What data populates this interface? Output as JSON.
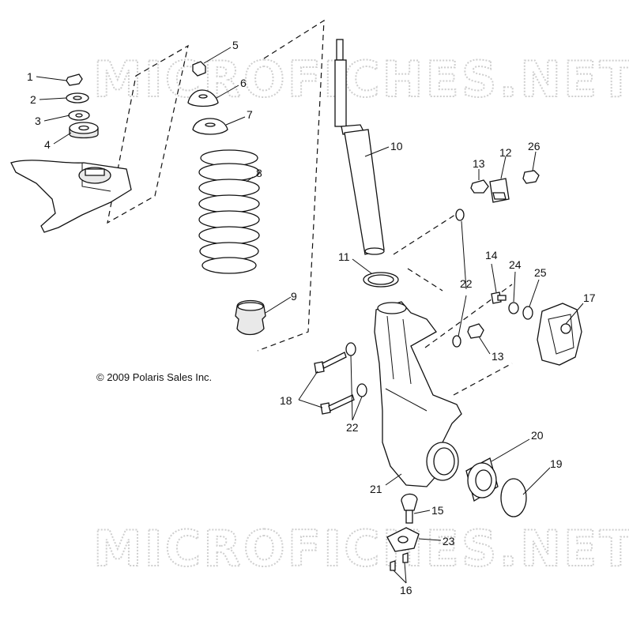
{
  "watermark": "MICROFICHES.NET",
  "copyright": "© 2009 Polaris Sales Inc.",
  "callouts": [
    {
      "id": "c1",
      "label": "1"
    },
    {
      "id": "c2",
      "label": "2"
    },
    {
      "id": "c3",
      "label": "3"
    },
    {
      "id": "c4",
      "label": "4"
    },
    {
      "id": "c5",
      "label": "5"
    },
    {
      "id": "c6",
      "label": "6"
    },
    {
      "id": "c7",
      "label": "7"
    },
    {
      "id": "c8",
      "label": "8"
    },
    {
      "id": "c9",
      "label": "9"
    },
    {
      "id": "c10",
      "label": "10"
    },
    {
      "id": "c11",
      "label": "11"
    },
    {
      "id": "c12",
      "label": "12"
    },
    {
      "id": "c13a",
      "label": "13"
    },
    {
      "id": "c13b",
      "label": "13"
    },
    {
      "id": "c14",
      "label": "14"
    },
    {
      "id": "c15",
      "label": "15"
    },
    {
      "id": "c16",
      "label": "16"
    },
    {
      "id": "c17",
      "label": "17"
    },
    {
      "id": "c18",
      "label": "18"
    },
    {
      "id": "c19",
      "label": "19"
    },
    {
      "id": "c20",
      "label": "20"
    },
    {
      "id": "c21",
      "label": "21"
    },
    {
      "id": "c22a",
      "label": "22"
    },
    {
      "id": "c22b",
      "label": "22"
    },
    {
      "id": "c23",
      "label": "23"
    },
    {
      "id": "c24",
      "label": "24"
    },
    {
      "id": "c25",
      "label": "25"
    },
    {
      "id": "c26",
      "label": "26"
    }
  ]
}
